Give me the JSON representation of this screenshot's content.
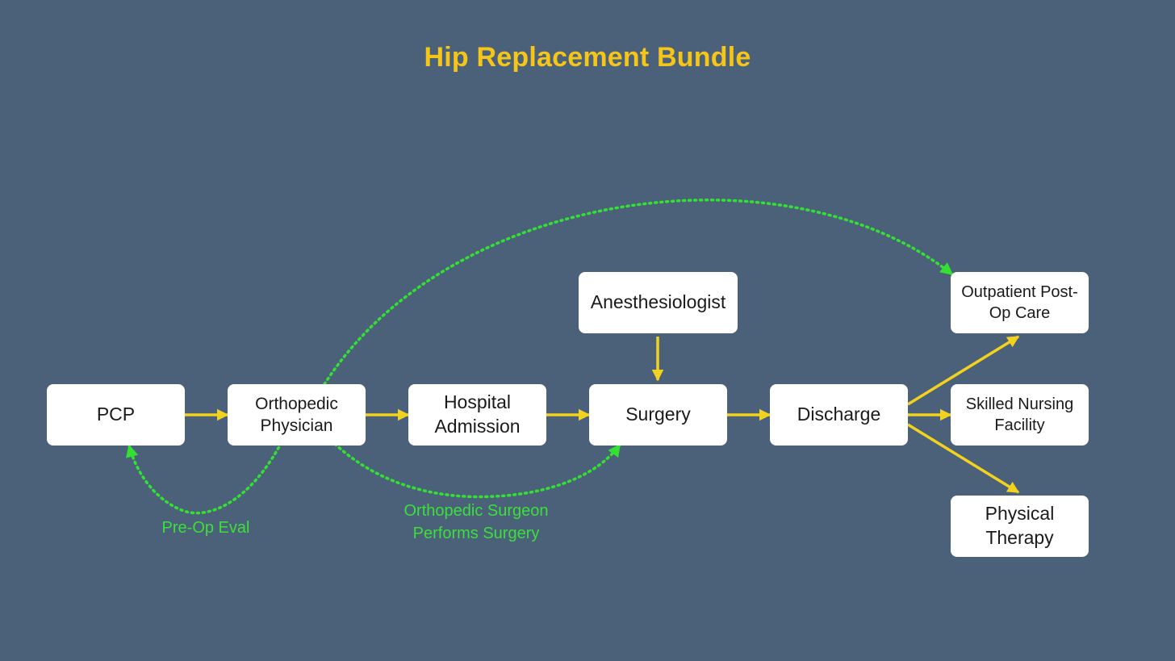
{
  "title": "Hip Replacement Bundle",
  "colors": {
    "background": "#4b6079",
    "title": "#f5c518",
    "flow_arrow": "#f2d21f",
    "dotted_arrow": "#33e033",
    "node_fill": "#ffffff"
  },
  "nodes": {
    "pcp": "PCP",
    "ortho_line1": "Orthopedic",
    "ortho_line2": "Physician",
    "hosp_line1": "Hospital",
    "hosp_line2": "Admission",
    "surgery": "Surgery",
    "anesthesiologist": "Anesthesiologist",
    "discharge": "Discharge",
    "outpatient_line1": "Outpatient Post-",
    "outpatient_line2": "Op Care",
    "snf_line1": "Skilled Nursing",
    "snf_line2": "Facility",
    "pt_line1": "Physical",
    "pt_line2": "Therapy"
  },
  "labels": {
    "preop": "Pre-Op Eval",
    "surgeon_line1": "Orthopedic Surgeon",
    "surgeon_line2": "Performs Surgery"
  }
}
